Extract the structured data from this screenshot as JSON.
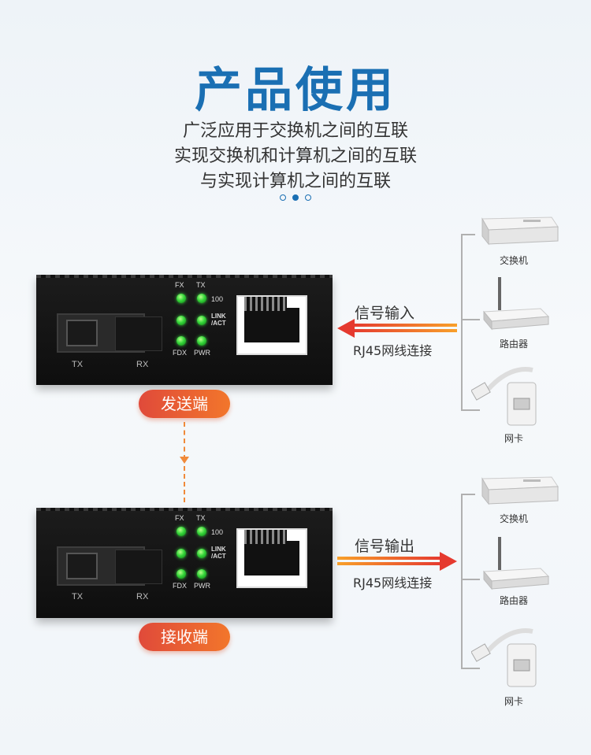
{
  "header": {
    "title": "产品使用",
    "lines": [
      "广泛应用于交换机之间的互联",
      "实现交换机和计算机之间的互联",
      "与实现计算机之间的互联"
    ],
    "carousel_active_index": 1
  },
  "transmitter": {
    "badge": "发送端",
    "port_tx": "TX",
    "port_rx": "RX",
    "led_fx": "FX",
    "led_tx": "TX",
    "led_100": "100",
    "led_link": "LINK\n/ACT",
    "led_fdx": "FDX",
    "led_pwr": "PWR",
    "signal_label": "信号输入",
    "cable_label": "RJ45网线连接",
    "devices": [
      "交换机",
      "路由器",
      "网卡"
    ]
  },
  "receiver": {
    "badge": "接收端",
    "port_tx": "TX",
    "port_rx": "RX",
    "led_fx": "FX",
    "led_tx": "TX",
    "led_100": "100",
    "led_link": "LINK\n/ACT",
    "led_fdx": "FDX",
    "led_pwr": "PWR",
    "signal_label": "信号输出",
    "cable_label": "RJ45网线连接",
    "devices": [
      "交换机",
      "路由器",
      "网卡"
    ]
  },
  "colors": {
    "title_blue": "#1a6fb3",
    "badge_orange": "#ef6a30",
    "led_green": "#35d53a"
  }
}
